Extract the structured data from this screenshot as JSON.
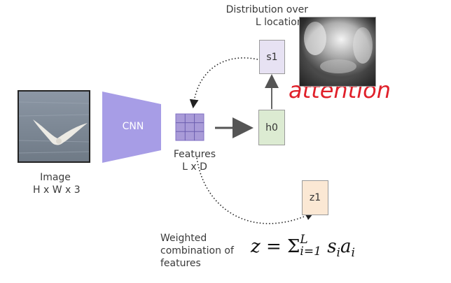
{
  "image_label": {
    "line1": "Image",
    "line2": "H x W x 3"
  },
  "cnn": {
    "label": "CNN",
    "color": "#a79de6"
  },
  "features": {
    "line1": "Features",
    "line2": "L x D",
    "color": "#a99bd8"
  },
  "h0": {
    "label": "h0",
    "color": "#dcebd2"
  },
  "s1": {
    "label": "s1",
    "color": "#e7e2f3"
  },
  "z1": {
    "label": "z1",
    "color": "#fbe8d4"
  },
  "distribution": {
    "line1": "Distribution over",
    "line2": "L locations"
  },
  "weighted": {
    "line1": "Weighted",
    "line2": "combination of",
    "line3": "features"
  },
  "formula": {
    "lhs": "z",
    "eq": "=",
    "sum": "Σ",
    "sub": "i=1",
    "sup": "L",
    "term": "s",
    "term_sub": "i",
    "term2": "a",
    "term2_sub": "i"
  },
  "annotation": {
    "text": "attention",
    "color": "#e0202a"
  }
}
